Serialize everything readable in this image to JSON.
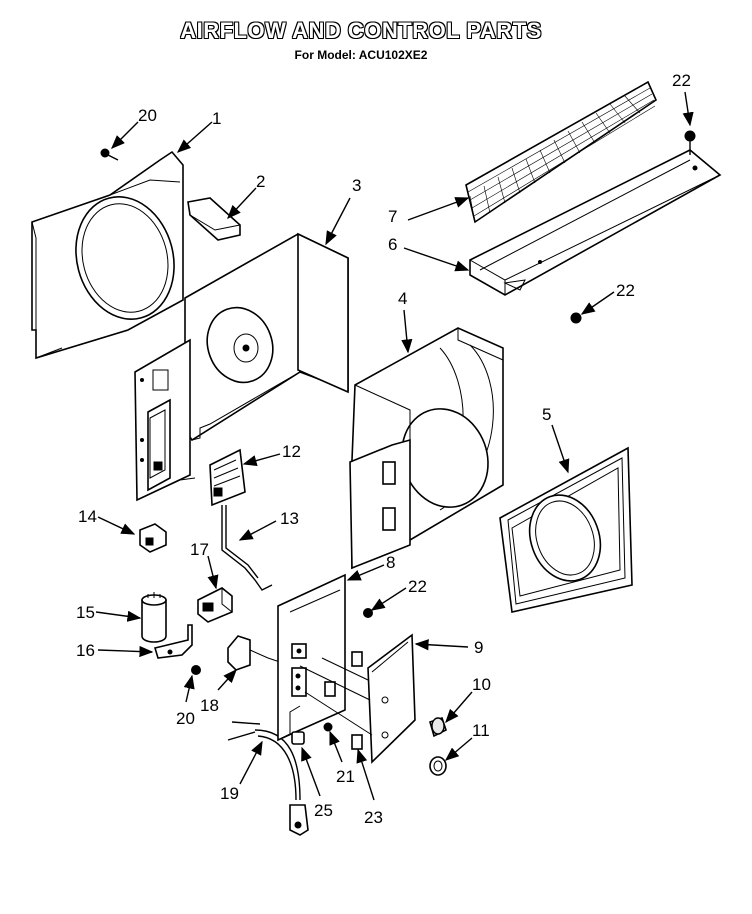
{
  "header": {
    "title": "AIRFLOW AND CONTROL PARTS",
    "model_line": "For Model: ACU102XE2"
  },
  "callouts": {
    "c1": "1",
    "c2": "2",
    "c3": "3",
    "c4": "4",
    "c5": "5",
    "c6": "6",
    "c7": "7",
    "c8": "8",
    "c9": "9",
    "c10": "10",
    "c11": "11",
    "c12": "12",
    "c13": "13",
    "c14": "14",
    "c15": "15",
    "c16": "16",
    "c17": "17",
    "c18": "18",
    "c19": "19",
    "c20a": "20",
    "c20b": "20",
    "c21": "21",
    "c22a": "22",
    "c22b": "22",
    "c22c": "22",
    "c23": "23",
    "c25": "25"
  }
}
